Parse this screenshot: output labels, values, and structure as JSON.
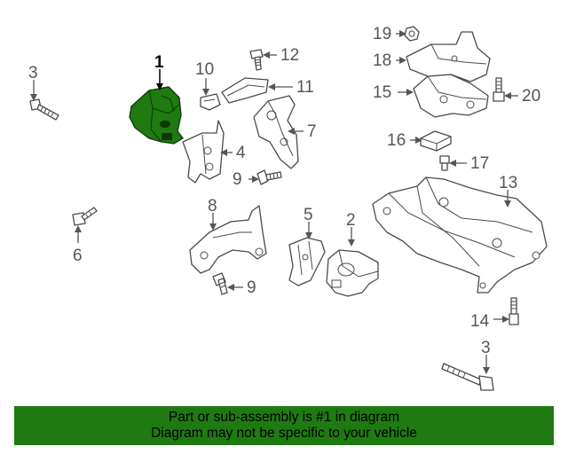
{
  "diagram": {
    "highlight_color": "#1f7a12",
    "callouts": {
      "c1": "1",
      "c2": "2",
      "c3a": "3",
      "c3b": "3",
      "c4": "4",
      "c5": "5",
      "c6": "6",
      "c7": "7",
      "c8": "8",
      "c9a": "9",
      "c9b": "9",
      "c10": "10",
      "c11": "11",
      "c12": "12",
      "c13": "13",
      "c14": "14",
      "c15": "15",
      "c16": "16",
      "c17": "17",
      "c18": "18",
      "c19": "19",
      "c20": "20"
    }
  },
  "footer": {
    "background": "#1f7a12",
    "line1": "Part or sub-assembly is #1 in diagram",
    "line2": "Diagram may not be specific to your vehicle"
  }
}
